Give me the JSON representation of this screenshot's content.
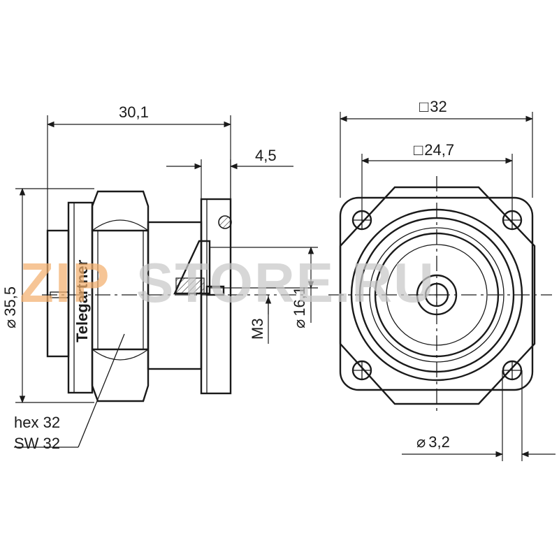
{
  "dimensions": {
    "overall_length": "30,1",
    "flange_thickness": "4,5",
    "body_diameter": "35,5",
    "center_diameter": "16,1",
    "thread": "M3",
    "flange_square": "32",
    "hole_square": "24,7",
    "hole_diameter": "3,2"
  },
  "hex_label_1": "hex 32",
  "hex_label_2": "SW 32",
  "brand_label": "Telegartner",
  "watermark": {
    "zip": "ZIP",
    "store": "STORE.RU",
    "zip_color": "#f3b06e",
    "store_color": "#c9c9c9"
  },
  "symbols": {
    "diameter": "⌀",
    "square": "□"
  }
}
